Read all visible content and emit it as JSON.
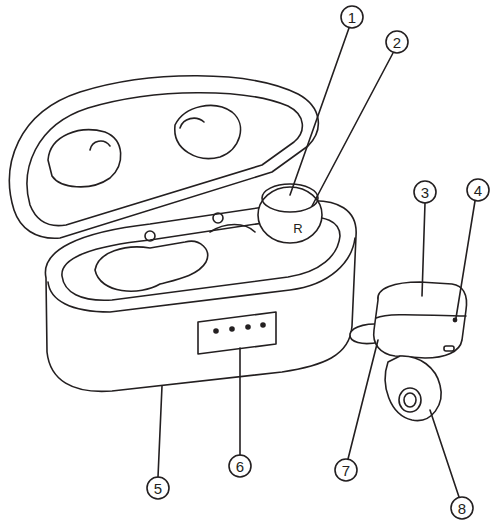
{
  "diagram": {
    "labels": [
      "1",
      "2",
      "3",
      "4",
      "5",
      "6",
      "7",
      "8",
      "R"
    ]
  }
}
